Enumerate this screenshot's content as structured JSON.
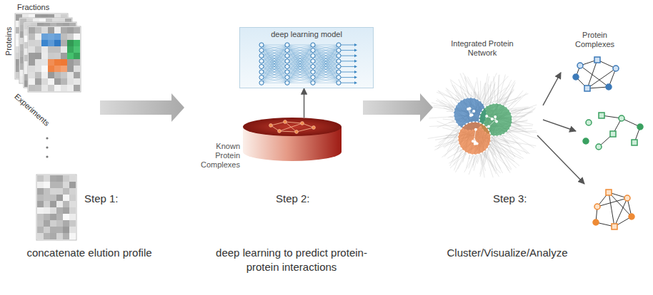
{
  "diagram": {
    "nodes": [
      {
        "text": [
          "deep learning model"
        ]
      },
      {
        "text": [
          "Known Protein Complexes"
        ]
      },
      {
        "text": [
          "Integrated Protein Network"
        ]
      },
      {
        "text": [
          "Protein Complexes"
        ]
      }
    ],
    "edges": [
      {
        "from": 1,
        "to": 0,
        "arrow": "to"
      },
      {
        "from": 2,
        "to": 3,
        "arrow": "to"
      }
    ],
    "labels": [
      "Fractions",
      "Proteins",
      "Experiments",
      "Step 1:",
      "Step 2:",
      "Step 3:",
      "concatenate elution profile",
      "deep learning to predict protein-protein interactions",
      "Cluster/Visualize/Analyze"
    ]
  }
}
